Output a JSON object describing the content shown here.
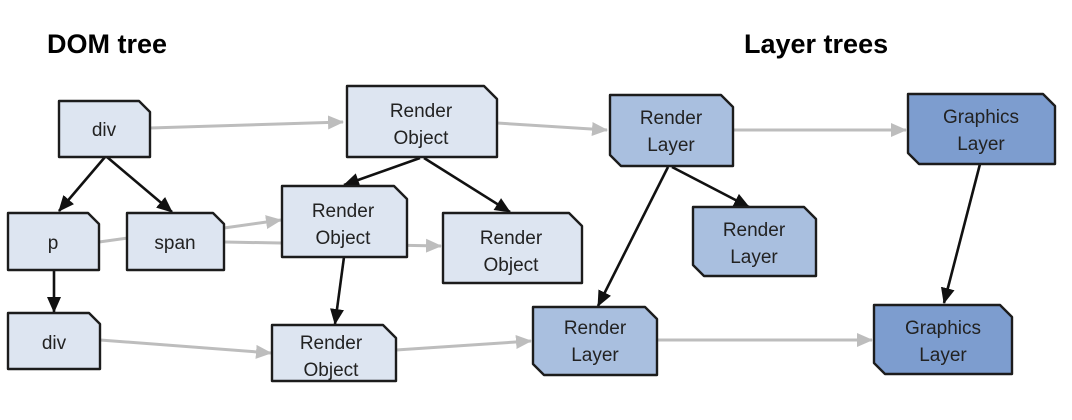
{
  "titles": {
    "dom_tree": "DOM tree",
    "layer_trees": "Layer trees"
  },
  "nodes": {
    "dom_div_root": [
      "div"
    ],
    "dom_p": [
      "p"
    ],
    "dom_span": [
      "span"
    ],
    "dom_div_child": [
      "div"
    ],
    "ro_top": [
      "Render",
      "Object"
    ],
    "ro_mid": [
      "Render",
      "Object"
    ],
    "ro_right": [
      "Render",
      "Object"
    ],
    "ro_bottom": [
      "Render",
      "Object"
    ],
    "rl_top": [
      "Render",
      "Layer"
    ],
    "rl_mid": [
      "Render",
      "Layer"
    ],
    "rl_bottom": [
      "Render",
      "Layer"
    ],
    "gl_top": [
      "Graphics",
      "Layer"
    ],
    "gl_bottom": [
      "Graphics",
      "Layer"
    ]
  },
  "colors": {
    "dom_fill": "#dde5f1",
    "render_object_fill": "#dde5f1",
    "render_layer_fill": "#a9bfdf",
    "graphics_layer_fill": "#7d9dcf",
    "tree_edge": "#111111",
    "mapping_edge": "#bdbdbd"
  }
}
